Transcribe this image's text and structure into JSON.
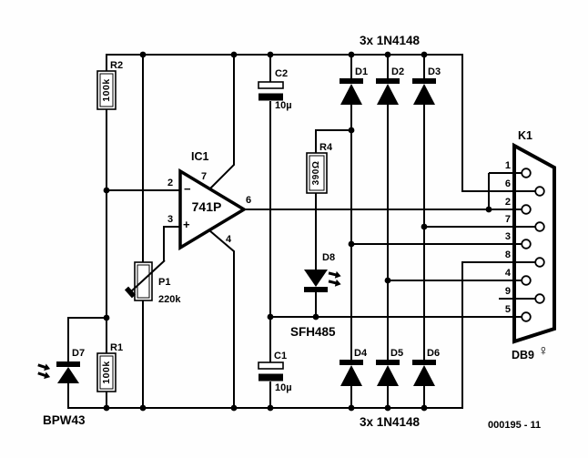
{
  "schematic": {
    "r2": {
      "ref": "R2",
      "value": "100k"
    },
    "r1": {
      "ref": "R1",
      "value": "100k"
    },
    "r4": {
      "ref": "R4",
      "value": "390Ω"
    },
    "p1": {
      "ref": "P1",
      "value": "220k"
    },
    "c2": {
      "ref": "C2",
      "value": "10µ"
    },
    "c1": {
      "ref": "C1",
      "value": "10µ"
    },
    "ic1": {
      "ref": "IC1",
      "part": "741P",
      "pin_inverting": "2",
      "pin_noninverting": "3",
      "pin_vplus": "7",
      "pin_vminus": "4",
      "pin_output": "6",
      "inverting_sign": "−",
      "noninverting_sign": "+"
    },
    "diodes": {
      "d1": "D1",
      "d2": "D2",
      "d3": "D3",
      "d4": "D4",
      "d5": "D5",
      "d6": "D6",
      "d7": "D7",
      "d8": "D8",
      "top_group_label": "3x 1N4148",
      "bottom_group_label": "3x 1N4148",
      "photodiode_part": "BPW43",
      "ir_led_part": "SFH485"
    },
    "connector": {
      "ref": "K1",
      "type": "DB9",
      "gender_symbol": "♀",
      "pin_numbers": [
        "1",
        "6",
        "2",
        "7",
        "3",
        "8",
        "4",
        "9",
        "5"
      ]
    },
    "footer_code": "000195 - 11"
  }
}
